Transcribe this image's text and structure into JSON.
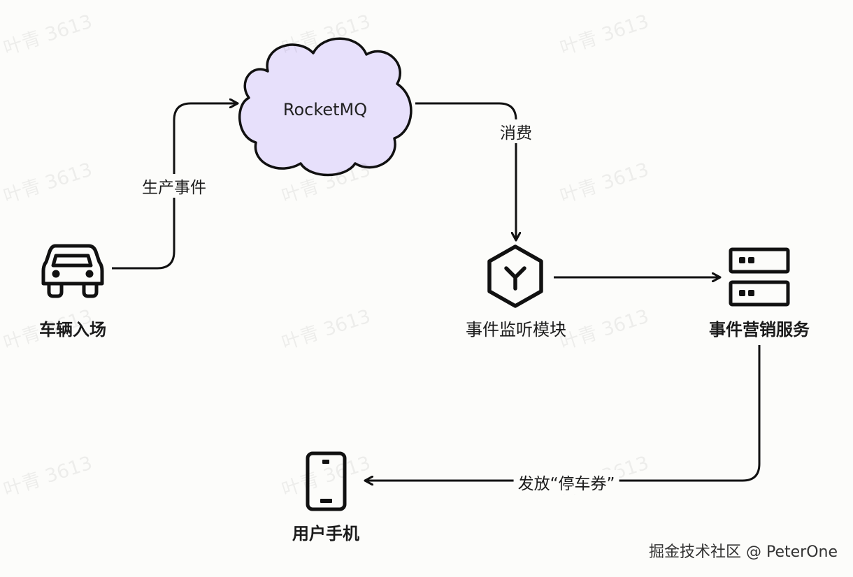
{
  "watermark": "叶青 3613",
  "credit": "掘金技术社区 @ PeterOne",
  "colors": {
    "stroke": "#111111",
    "cloud_fill": "#e7e0fb",
    "background": "#fcfcfa",
    "text": "#1b1b1b"
  },
  "nodes": {
    "car": {
      "label": "车辆入场",
      "icon": "car-icon"
    },
    "mq": {
      "label": "RocketMQ",
      "icon": "cloud-icon"
    },
    "listener": {
      "label": "事件监听模块",
      "icon": "hexagon-y-icon"
    },
    "marketing": {
      "label": "事件营销服务",
      "icon": "server-icon"
    },
    "phone": {
      "label": "用户手机",
      "icon": "mobile-phone-icon"
    }
  },
  "edges": {
    "produce": {
      "label": "生产事件"
    },
    "consume": {
      "label": "消费"
    },
    "issue": {
      "label": "发放“停车券”"
    }
  }
}
